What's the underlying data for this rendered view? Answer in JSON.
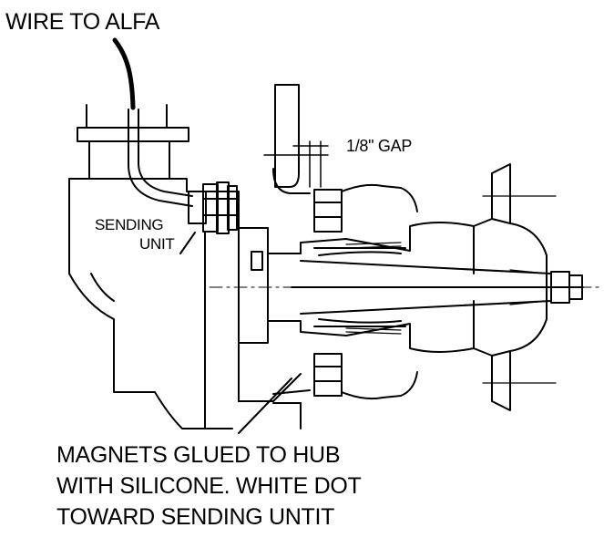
{
  "labels": {
    "wire": "WIRE TO ALFA",
    "gap": "1/8\" GAP",
    "sending_line1": "SENDING",
    "sending_line2": "UNIT",
    "magnets_line1": "MAGNETS GLUED TO HUB",
    "magnets_line2": "WITH SILICONE.  WHITE DOT",
    "magnets_line3": "TOWARD SENDING UNTIT"
  },
  "colors": {
    "ink": "#000000",
    "paper": "#ffffff"
  }
}
